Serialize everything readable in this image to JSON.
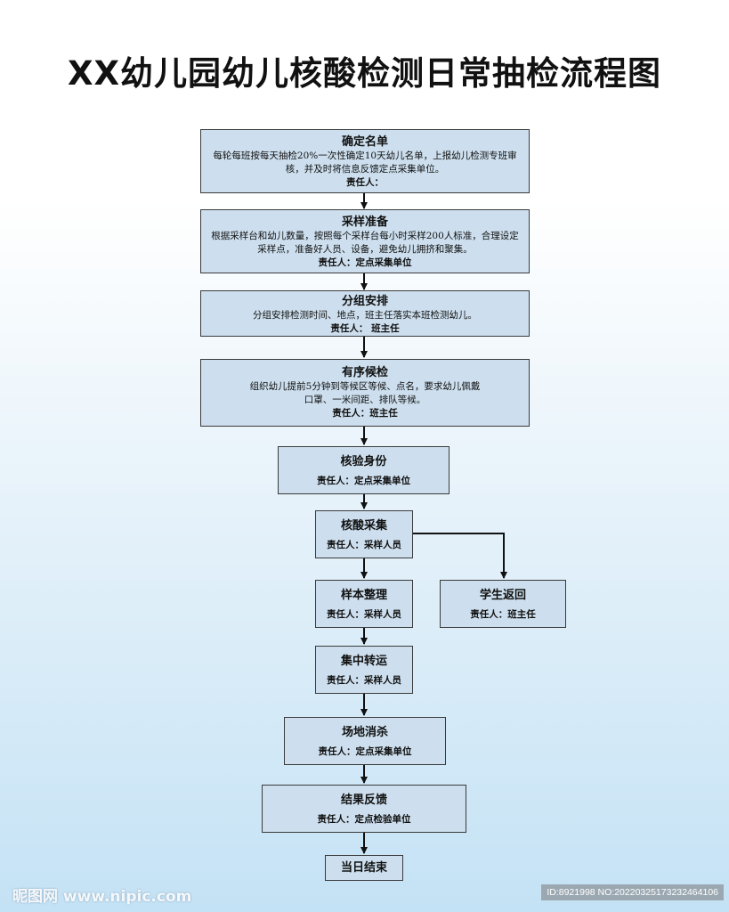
{
  "title": "XX幼儿园幼儿核酸检测日常抽检流程图",
  "steps": {
    "confirm_list": {
      "title": "确定名单",
      "desc": "每轮每班按每天抽检20%一次性确定10天幼儿名单，上报幼儿检测专班审核，并及时将信息反馈定点采集单位。",
      "resp": "责任人："
    },
    "sampling_prep": {
      "title": "采样准备",
      "desc": "根据采样台和幼儿数量，按照每个采样台每小时采样200人标准，合理设定采样点，准备好人员、设备，避免幼儿拥挤和聚集。",
      "resp": "责任人：定点采集单位"
    },
    "group_arrange": {
      "title": "分组安排",
      "desc": "分组安排检测时间、地点，班主任落实本班检测幼儿。",
      "resp": "责任人： 班主任"
    },
    "orderly_wait": {
      "title": "有序候检",
      "desc": "组织幼儿提前5分钟到等候区等候、点名，要求幼儿佩戴口罩、一米间距、排队等候。",
      "resp": "责任人：班主任"
    },
    "verify_identity": {
      "title": "核验身份",
      "resp": "责任人：定点采集单位"
    },
    "nucleic_collect": {
      "title": "核酸采集",
      "resp": "责任人：采样人员"
    },
    "sample_sort": {
      "title": "样本整理",
      "resp": "责任人：采样人员"
    },
    "student_return": {
      "title": "学生返回",
      "resp": "责任人：班主任"
    },
    "central_transfer": {
      "title": "集中转运",
      "resp": "责任人：采样人员"
    },
    "site_disinfect": {
      "title": "场地消杀",
      "resp": "责任人：定点采集单位"
    },
    "result_feedback": {
      "title": "结果反馈",
      "resp": "责任人：定点检验单位"
    },
    "day_end": {
      "title": "当日结束"
    }
  },
  "watermark": {
    "left": "昵图网 www.nipic.com",
    "right": "ID:8921998 NO:20220325173232464106"
  }
}
